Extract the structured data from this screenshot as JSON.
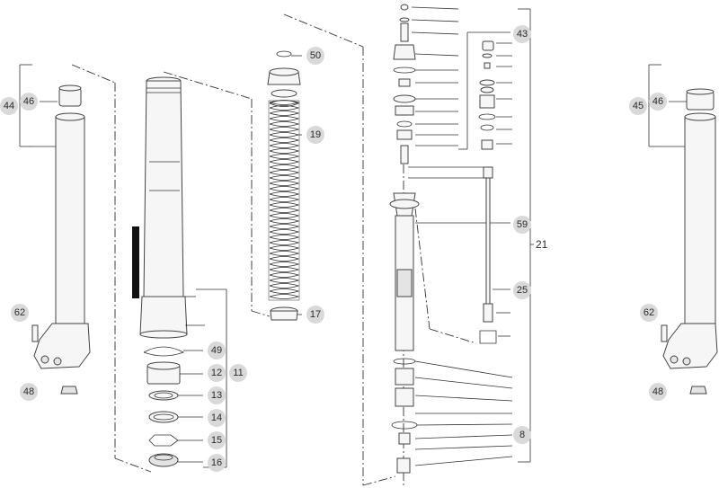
{
  "diagram": {
    "labels": {
      "l50": "50",
      "l19": "19",
      "l17": "17",
      "l49": "49",
      "l12": "12",
      "l11": "11",
      "l13": "13",
      "l14": "14",
      "l15": "15",
      "l16": "16",
      "l44": "44",
      "l46a": "46",
      "l62a": "62",
      "l48a": "48",
      "l43": "43",
      "l59": "59",
      "l21": "21",
      "l25": "25",
      "l8": "8",
      "l45": "45",
      "l46b": "46",
      "l62b": "62",
      "l48b": "48"
    }
  }
}
